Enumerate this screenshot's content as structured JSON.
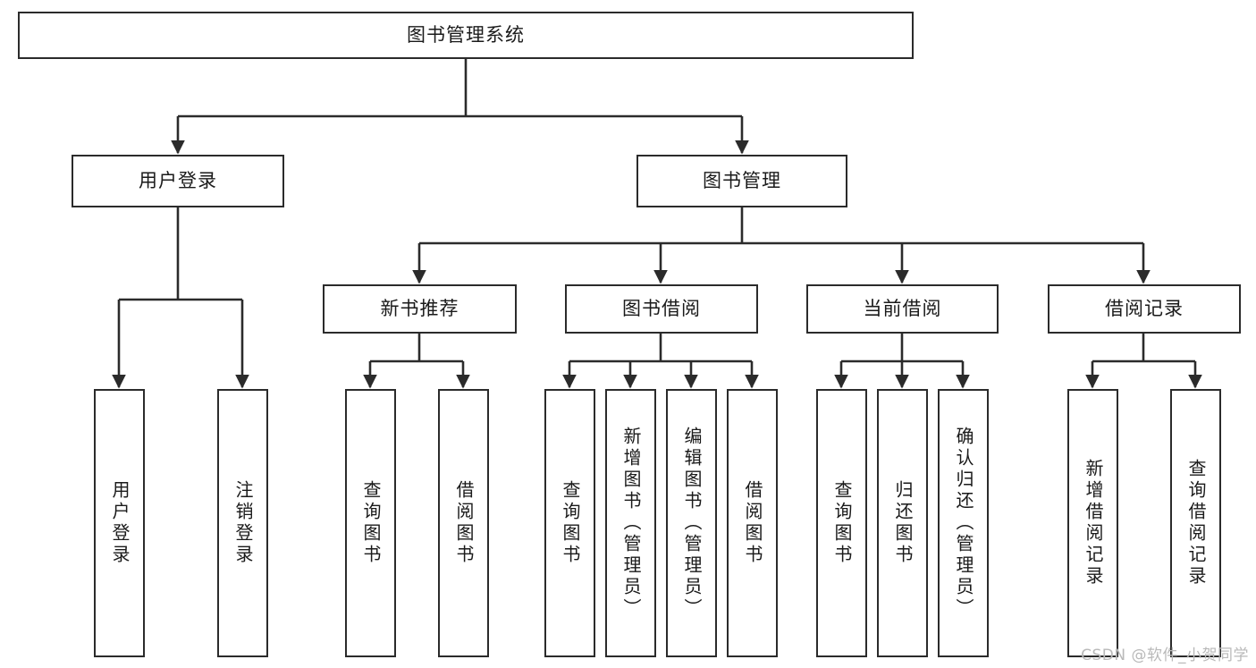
{
  "diagram": {
    "type": "tree",
    "orientation": "top-down",
    "title": "图书管理系统",
    "style": {
      "background": "#ffffff",
      "node_border": "#2b2b2b",
      "node_fill": "#ffffff",
      "edge_color": "#2b2b2b",
      "text_color": "#1a1a1a"
    }
  },
  "root": {
    "label": "图书管理系统"
  },
  "level2": [
    {
      "label": "用户登录"
    },
    {
      "label": "图书管理"
    }
  ],
  "level3": [
    {
      "label": "新书推荐"
    },
    {
      "label": "图书借阅"
    },
    {
      "label": "当前借阅"
    },
    {
      "label": "借阅记录"
    }
  ],
  "leaves": {
    "user_login": [
      {
        "label": "用户登录"
      },
      {
        "label": "注销登录"
      }
    ],
    "new_book_recommend": [
      {
        "label": "查询图书"
      },
      {
        "label": "借阅图书"
      }
    ],
    "book_borrow": [
      {
        "label": "查询图书"
      },
      {
        "label": "新增图书（管理员）"
      },
      {
        "label": "编辑图书（管理员）"
      },
      {
        "label": "借阅图书"
      }
    ],
    "current_borrow": [
      {
        "label": "查询图书"
      },
      {
        "label": "归还图书"
      },
      {
        "label": "确认归还（管理员）"
      }
    ],
    "borrow_record": [
      {
        "label": "新增借阅记录"
      },
      {
        "label": "查询借阅记录"
      }
    ]
  },
  "watermark": {
    "text": "CSDN @软件_小贺同学"
  }
}
